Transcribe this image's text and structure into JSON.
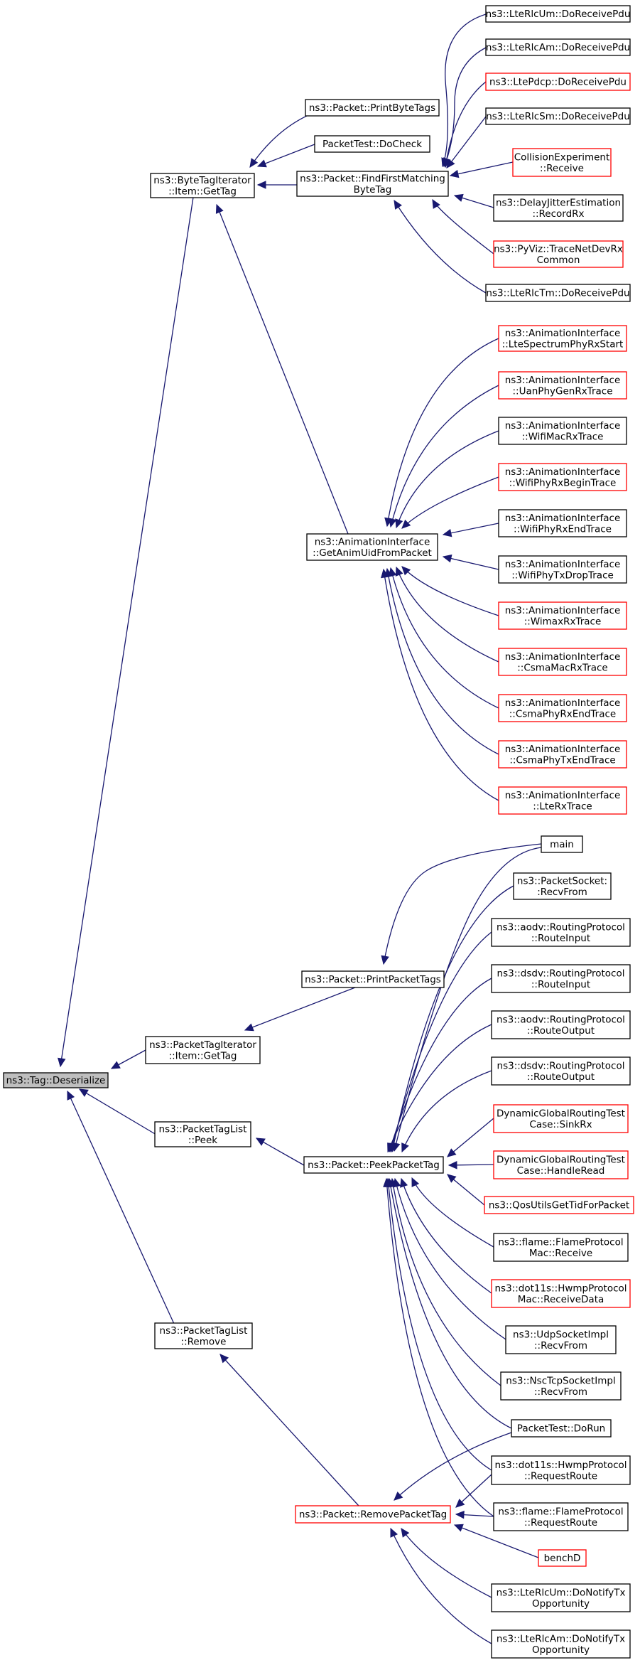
{
  "colors": {
    "edge": "#191970",
    "border_normal": "#000000",
    "border_truncated": "#ff0000",
    "root_fill": "#bfbfbf"
  },
  "nodes": [
    {
      "id": "root",
      "lines": [
        "ns3::Tag::Deserialize"
      ],
      "style": "root"
    },
    {
      "id": "bti_gettag",
      "lines": [
        "ns3::ByteTagIterator",
        "::Item::GetTag"
      ],
      "style": "normal"
    },
    {
      "id": "pti_gettag",
      "lines": [
        "ns3::PacketTagIterator",
        "::Item::GetTag"
      ],
      "style": "normal"
    },
    {
      "id": "ptl_peek",
      "lines": [
        "ns3::PacketTagList",
        "::Peek"
      ],
      "style": "normal"
    },
    {
      "id": "ptl_remove",
      "lines": [
        "ns3::PacketTagList",
        "::Remove"
      ],
      "style": "normal"
    },
    {
      "id": "printbytetags",
      "lines": [
        "ns3::Packet::PrintByteTags"
      ],
      "style": "normal"
    },
    {
      "id": "packettest_docheck",
      "lines": [
        "PacketTest::DoCheck"
      ],
      "style": "normal"
    },
    {
      "id": "findfirst",
      "lines": [
        "ns3::Packet::FindFirstMatching",
        "ByteTag"
      ],
      "style": "normal"
    },
    {
      "id": "getanimuid",
      "lines": [
        "ns3::AnimationInterface",
        "::GetAnimUidFromPacket"
      ],
      "style": "normal"
    },
    {
      "id": "printpackettags",
      "lines": [
        "ns3::Packet::PrintPacketTags"
      ],
      "style": "normal"
    },
    {
      "id": "peekpackettag",
      "lines": [
        "ns3::Packet::PeekPacketTag"
      ],
      "style": "normal"
    },
    {
      "id": "removepackettag",
      "lines": [
        "ns3::Packet::RemovePacketTag"
      ],
      "style": "truncated"
    },
    {
      "id": "lterlcum_recv",
      "lines": [
        "ns3::LteRlcUm::DoReceivePdu"
      ],
      "style": "normal"
    },
    {
      "id": "lterlcam_recv",
      "lines": [
        "ns3::LteRlcAm::DoReceivePdu"
      ],
      "style": "normal"
    },
    {
      "id": "ltepdcp_recv",
      "lines": [
        "ns3::LtePdcp::DoReceivePdu"
      ],
      "style": "truncated"
    },
    {
      "id": "lterlcsm_recv",
      "lines": [
        "ns3::LteRlcSm::DoReceivePdu"
      ],
      "style": "normal"
    },
    {
      "id": "collision_recv",
      "lines": [
        "CollisionExperiment",
        "::Receive"
      ],
      "style": "truncated"
    },
    {
      "id": "delayjitter",
      "lines": [
        "ns3::DelayJitterEstimation",
        "::RecordRx"
      ],
      "style": "normal"
    },
    {
      "id": "pyviz",
      "lines": [
        "ns3::PyViz::TraceNetDevRx",
        "Common"
      ],
      "style": "truncated"
    },
    {
      "id": "lterlctm_recv",
      "lines": [
        "ns3::LteRlcTm::DoReceivePdu"
      ],
      "style": "normal"
    },
    {
      "id": "ai_ltespectrum",
      "lines": [
        "ns3::AnimationInterface",
        "::LteSpectrumPhyRxStart"
      ],
      "style": "truncated"
    },
    {
      "id": "ai_uanphy",
      "lines": [
        "ns3::AnimationInterface",
        "::UanPhyGenRxTrace"
      ],
      "style": "truncated"
    },
    {
      "id": "ai_wifimacrx",
      "lines": [
        "ns3::AnimationInterface",
        "::WifiMacRxTrace"
      ],
      "style": "normal"
    },
    {
      "id": "ai_wifiphyrxbegin",
      "lines": [
        "ns3::AnimationInterface",
        "::WifiPhyRxBeginTrace"
      ],
      "style": "truncated"
    },
    {
      "id": "ai_wifiphyrxend",
      "lines": [
        "ns3::AnimationInterface",
        "::WifiPhyRxEndTrace"
      ],
      "style": "normal"
    },
    {
      "id": "ai_wifiphytxdrop",
      "lines": [
        "ns3::AnimationInterface",
        "::WifiPhyTxDropTrace"
      ],
      "style": "normal"
    },
    {
      "id": "ai_wimaxrx",
      "lines": [
        "ns3::AnimationInterface",
        "::WimaxRxTrace"
      ],
      "style": "truncated"
    },
    {
      "id": "ai_csmamacrx",
      "lines": [
        "ns3::AnimationInterface",
        "::CsmaMacRxTrace"
      ],
      "style": "truncated"
    },
    {
      "id": "ai_csmaphyrxend",
      "lines": [
        "ns3::AnimationInterface",
        "::CsmaPhyRxEndTrace"
      ],
      "style": "truncated"
    },
    {
      "id": "ai_csmaphytxend",
      "lines": [
        "ns3::AnimationInterface",
        "::CsmaPhyTxEndTrace"
      ],
      "style": "truncated"
    },
    {
      "id": "ai_lterx",
      "lines": [
        "ns3::AnimationInterface",
        "::LteRxTrace"
      ],
      "style": "truncated"
    },
    {
      "id": "main",
      "lines": [
        "main"
      ],
      "style": "normal"
    },
    {
      "id": "packetsocket_recvfrom",
      "lines": [
        "ns3::PacketSocket:",
        ":RecvFrom"
      ],
      "style": "normal"
    },
    {
      "id": "aodv_routeinput",
      "lines": [
        "ns3::aodv::RoutingProtocol",
        "::RouteInput"
      ],
      "style": "normal"
    },
    {
      "id": "dsdv_routeinput",
      "lines": [
        "ns3::dsdv::RoutingProtocol",
        "::RouteInput"
      ],
      "style": "normal"
    },
    {
      "id": "aodv_routeoutput",
      "lines": [
        "ns3::aodv::RoutingProtocol",
        "::RouteOutput"
      ],
      "style": "normal"
    },
    {
      "id": "dsdv_routeoutput",
      "lines": [
        "ns3::dsdv::RoutingProtocol",
        "::RouteOutput"
      ],
      "style": "normal"
    },
    {
      "id": "dgr_sinkrx",
      "lines": [
        "DynamicGlobalRoutingTest",
        "Case::SinkRx"
      ],
      "style": "truncated"
    },
    {
      "id": "dgr_handleread",
      "lines": [
        "DynamicGlobalRoutingTest",
        "Case::HandleRead"
      ],
      "style": "truncated"
    },
    {
      "id": "qosutils",
      "lines": [
        "ns3::QosUtilsGetTidForPacket"
      ],
      "style": "truncated"
    },
    {
      "id": "flame_mac_receive",
      "lines": [
        "ns3::flame::FlameProtocol",
        "Mac::Receive"
      ],
      "style": "normal"
    },
    {
      "id": "dot11s_mac_receivedata",
      "lines": [
        "ns3::dot11s::HwmpProtocol",
        "Mac::ReceiveData"
      ],
      "style": "truncated"
    },
    {
      "id": "udpsocket_recvfrom",
      "lines": [
        "ns3::UdpSocketImpl",
        "::RecvFrom"
      ],
      "style": "normal"
    },
    {
      "id": "nsctcp_recvfrom",
      "lines": [
        "ns3::NscTcpSocketImpl",
        "::RecvFrom"
      ],
      "style": "normal"
    },
    {
      "id": "packettest_dorun",
      "lines": [
        "PacketTest::DoRun"
      ],
      "style": "normal"
    },
    {
      "id": "dot11s_requestroute",
      "lines": [
        "ns3::dot11s::HwmpProtocol",
        "::RequestRoute"
      ],
      "style": "normal"
    },
    {
      "id": "flame_requestroute",
      "lines": [
        "ns3::flame::FlameProtocol",
        "::RequestRoute"
      ],
      "style": "normal"
    },
    {
      "id": "benchd",
      "lines": [
        "benchD"
      ],
      "style": "truncated"
    },
    {
      "id": "lterlcum_notify",
      "lines": [
        "ns3::LteRlcUm::DoNotifyTx",
        "Opportunity"
      ],
      "style": "normal"
    },
    {
      "id": "lterlcam_notify",
      "lines": [
        "ns3::LteRlcAm::DoNotifyTx",
        "Opportunity"
      ],
      "style": "normal"
    }
  ]
}
